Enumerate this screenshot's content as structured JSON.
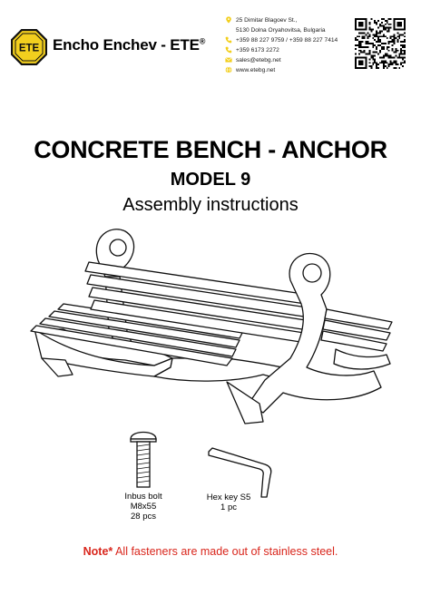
{
  "header": {
    "logo_text": "ETE",
    "company_name": "Encho Enchev - ETE",
    "registered_mark": "®",
    "address_line1": "25 Dimitar Blagoev St.,",
    "address_line2": "5130 Dolna Oryahovitsa, Bulgaria",
    "phone_line1": "+359 88 227 9759 / +359 88 227 7414",
    "phone_line2": "+359 6173 2272",
    "email": "sales@etebg.net",
    "website": "www.etebg.net",
    "icon_names": [
      "location-pin-icon",
      "phone-icon",
      "email-icon",
      "globe-icon"
    ],
    "accent_color": "#f2cf1e"
  },
  "title": "CONCRETE BENCH - ANCHOR",
  "model": "MODEL 9",
  "subtitle": "Assembly instructions",
  "parts": [
    {
      "name_line1": "Inbus bolt",
      "name_line2": "M8x55",
      "quantity": "28 pcs"
    },
    {
      "name_line1": "Hex key S5",
      "quantity": "1 pc"
    }
  ],
  "note": {
    "prefix": "Note*",
    "text": " All fasteners are made out of stainless steel."
  }
}
